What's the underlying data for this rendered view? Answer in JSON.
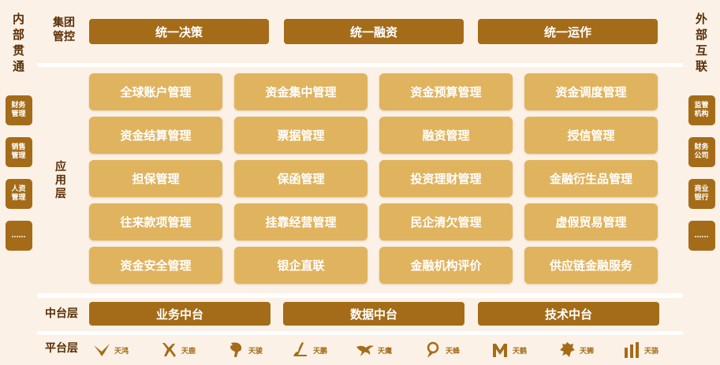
{
  "left_column": {
    "title": "内部贯通",
    "items": [
      "财务管理",
      "销售管理",
      "人资管理",
      "……"
    ]
  },
  "right_column": {
    "title": "外部互联",
    "items": [
      "监管机构",
      "财务公司",
      "商业银行",
      "……"
    ]
  },
  "group_control": {
    "label": "集团管控",
    "buttons": [
      "统一决策",
      "统一融资",
      "统一运作"
    ]
  },
  "application_layer": {
    "label": "应用层",
    "modules": [
      [
        "全球账户管理",
        "资金集中管理",
        "资金预算管理",
        "资金调度管理"
      ],
      [
        "资金结算管理",
        "票据管理",
        "融资管理",
        "授信管理"
      ],
      [
        "担保管理",
        "保函管理",
        "投资理财管理",
        "金融衍生品管理"
      ],
      [
        "往来款项管理",
        "挂靠经营管理",
        "民企清欠管理",
        "虚假贸易管理"
      ],
      [
        "资金安全管理",
        "银企直联",
        "金融机构评价",
        "供应链金融服务"
      ]
    ]
  },
  "middle_platform": {
    "label": "中台层",
    "buttons": [
      "业务中台",
      "数据中台",
      "技术中台"
    ]
  },
  "platform_layer": {
    "label": "平台层",
    "brands": [
      {
        "name": "天鸿",
        "icon": "bird-wing-icon"
      },
      {
        "name": "天鹿",
        "icon": "deer-icon"
      },
      {
        "name": "天骏",
        "icon": "horse-icon"
      },
      {
        "name": "天鹏",
        "icon": "roc-icon"
      },
      {
        "name": "天鹰",
        "icon": "eagle-icon"
      },
      {
        "name": "天蜂",
        "icon": "bee-icon"
      },
      {
        "name": "天鹤",
        "icon": "crane-icon"
      },
      {
        "name": "天狮",
        "icon": "lion-icon"
      },
      {
        "name": "天骆",
        "icon": "camel-icon"
      }
    ]
  },
  "colors": {
    "dark_bar": "#a46c19",
    "module_box": "#e0b35e",
    "band_bg": "#fbf1e6",
    "label_text": "#5b2f06"
  }
}
